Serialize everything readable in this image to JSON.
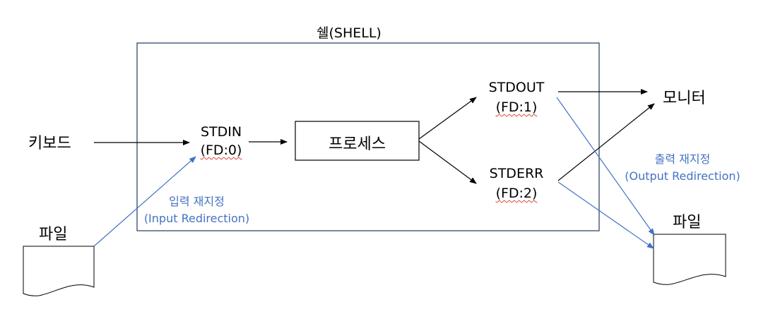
{
  "shell_label": "쉘(SHELL)",
  "keyboard": "키보드",
  "stdin": {
    "name": "STDIN",
    "fd": "(FD:0)"
  },
  "process": "프로세스",
  "stdout": {
    "name": "STDOUT",
    "fd": "(FD:1)"
  },
  "stderr": {
    "name": "STDERR",
    "fd": "(FD:2)"
  },
  "monitor": "모니터",
  "input_file": "파일",
  "output_file": "파일",
  "input_redirection": {
    "korean": "입력 재지정",
    "english": "(Input Redirection)"
  },
  "output_redirection": {
    "korean": "출력 재지정",
    "english": "(Output Redirection)"
  },
  "colors": {
    "line": "#000000",
    "redirect": "#4472c4",
    "spellcheck": "#d9453a"
  }
}
